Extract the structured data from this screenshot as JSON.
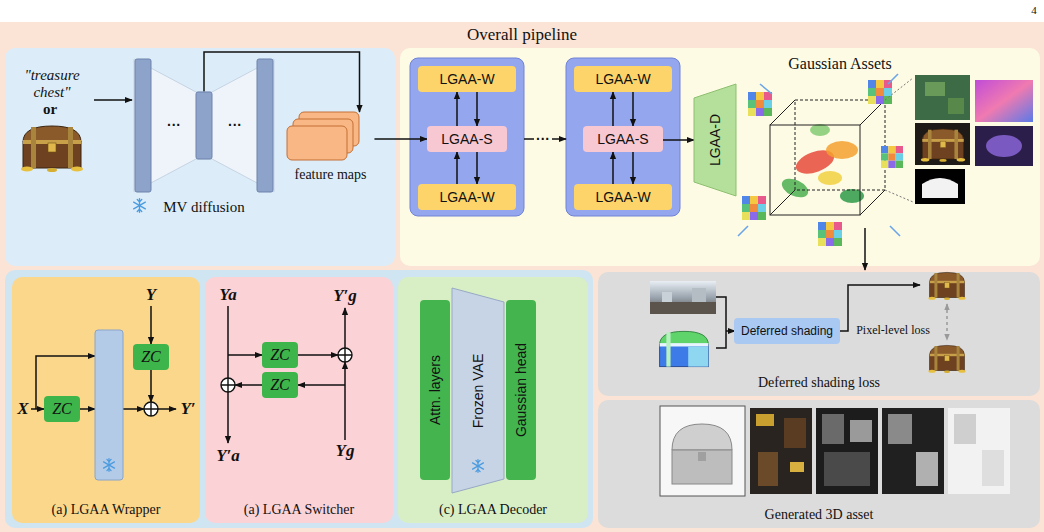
{
  "diagram": {
    "nodes": [
      {
        "text": [
          "Overall pipeline"
        ]
      },
      {
        "text": [
          "MV diffusion"
        ],
        "in": 0
      },
      {
        "text": [
          "feature maps"
        ],
        "in": 0
      },
      {
        "text": [
          "LGAA-W"
        ],
        "in": 0
      },
      {
        "text": [
          "LGAA-S"
        ],
        "in": 0
      },
      {
        "text": [
          "LGAA-W"
        ],
        "in": 0
      },
      {
        "text": [
          "LGAA-W"
        ],
        "in": 0
      },
      {
        "text": [
          "LGAA-S"
        ],
        "in": 0
      },
      {
        "text": [
          "LGAA-W"
        ],
        "in": 0
      },
      {
        "text": [
          "LGAA-D"
        ],
        "in": 0
      },
      {
        "text": [
          "(a) LGAA Wrapper"
        ],
        "in": 0
      },
      {
        "text": [
          "ZC"
        ],
        "in": 10
      },
      {
        "text": [
          "ZC"
        ],
        "in": 10
      },
      {
        "text": [
          "(a) LGAA Switcher"
        ],
        "in": 0
      },
      {
        "text": [
          "ZC"
        ],
        "in": 13
      },
      {
        "text": [
          "ZC"
        ],
        "in": 13
      },
      {
        "text": [
          "(c) LGAA Decoder"
        ],
        "in": 0
      },
      {
        "text": [
          "Attn. layers"
        ],
        "in": 16
      },
      {
        "text": [
          "Frozen VAE"
        ],
        "in": 16
      },
      {
        "text": [
          "Gaussian head"
        ],
        "in": 16
      },
      {
        "text": [
          "Deferred shading loss"
        ],
        "in": 0
      },
      {
        "text": [
          "Deferred shading"
        ],
        "in": 20
      },
      {
        "text": [
          "Generated 3D asset"
        ],
        "in": 0
      }
    ],
    "edges": [
      {
        "from": 1,
        "to": 2,
        "arrow": "to"
      },
      {
        "from": 2,
        "to": 4,
        "arrow": "to"
      },
      {
        "from": 4,
        "to": 3,
        "arrow": "to"
      },
      {
        "from": 3,
        "to": 4,
        "arrow": "to"
      },
      {
        "from": 5,
        "to": 4,
        "arrow": "to"
      },
      {
        "from": 4,
        "to": 5,
        "arrow": "to"
      },
      {
        "from": 7,
        "to": 6,
        "arrow": "to"
      },
      {
        "from": 6,
        "to": 7,
        "arrow": "to"
      },
      {
        "from": 8,
        "to": 7,
        "arrow": "to"
      },
      {
        "from": 7,
        "to": 8,
        "arrow": "to"
      },
      {
        "from": 7,
        "to": 9,
        "arrow": "to"
      }
    ],
    "labels": [
      "4",
      "\"treasure chest\"",
      "or",
      "···",
      "···",
      "Gaussian Assets",
      "···",
      "Pixel-level loss",
      "X",
      "Y",
      "Y′",
      "Ya",
      "Y′g",
      "Y′a",
      "Yg"
    ]
  }
}
